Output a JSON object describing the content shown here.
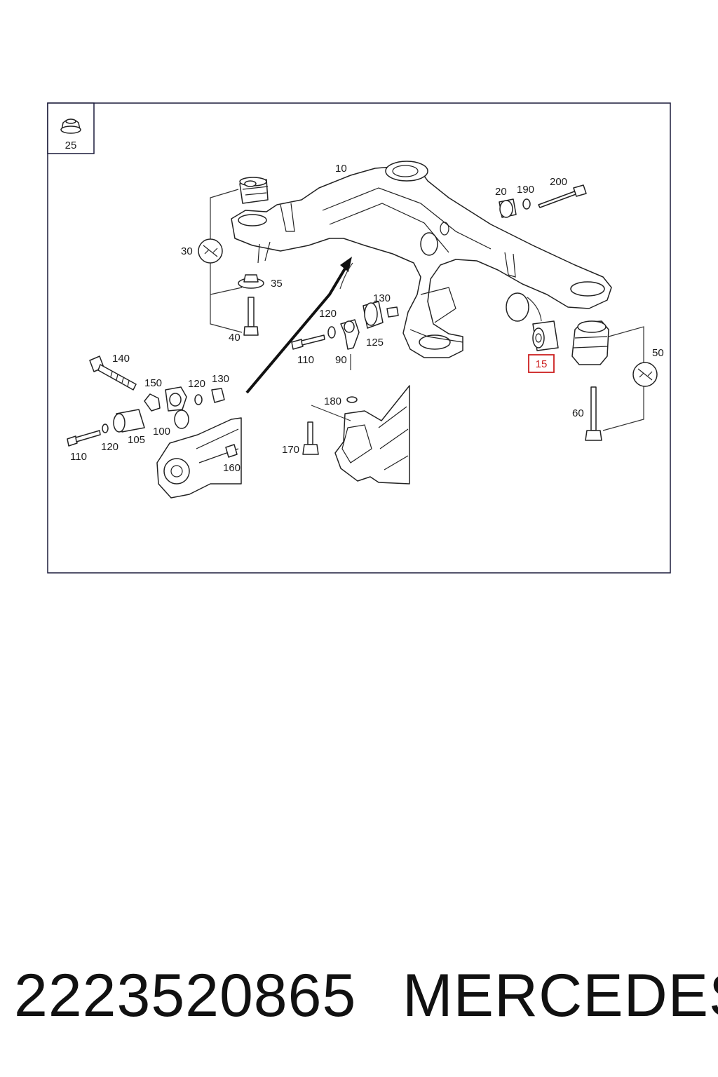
{
  "inset": {
    "label": "25"
  },
  "labels": {
    "l10": "10",
    "l15": "15",
    "l20": "20",
    "l25": "25",
    "l30": "30",
    "l35": "35",
    "l40": "40",
    "l50": "50",
    "l60": "60",
    "l90": "90",
    "l100": "100",
    "l105": "105",
    "l110a": "110",
    "l110b": "110",
    "l120a": "120",
    "l120b": "120",
    "l120c": "120",
    "l125": "125",
    "l130a": "130",
    "l130b": "130",
    "l140": "140",
    "l150": "150",
    "l160": "160",
    "l170": "170",
    "l180": "180",
    "l190": "190",
    "l200": "200"
  },
  "highlight": {
    "label": "15",
    "color": "#cc2020"
  },
  "footer": {
    "part_number": "2223520865",
    "brand": "MERCEDES"
  }
}
